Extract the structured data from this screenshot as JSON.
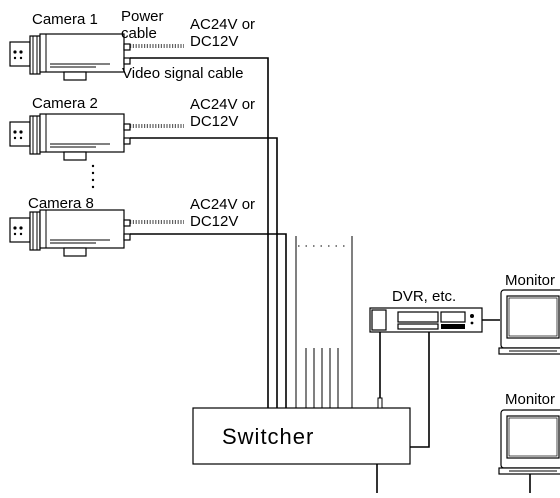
{
  "cameras": [
    {
      "label": "Camera 1",
      "power_label": "AC24V or\nDC12V"
    },
    {
      "label": "Camera 2",
      "power_label": "AC24V or\nDC12V"
    },
    {
      "label": "Camera 8",
      "power_label": "AC24V or\nDC12V"
    }
  ],
  "power_cable_label": "Power\ncable",
  "video_cable_label": "Video signal cable",
  "switcher_label": "Switcher",
  "dvr_label": "DVR, etc.",
  "monitors": [
    {
      "label": "Monitor"
    },
    {
      "label": "Monitor"
    }
  ]
}
